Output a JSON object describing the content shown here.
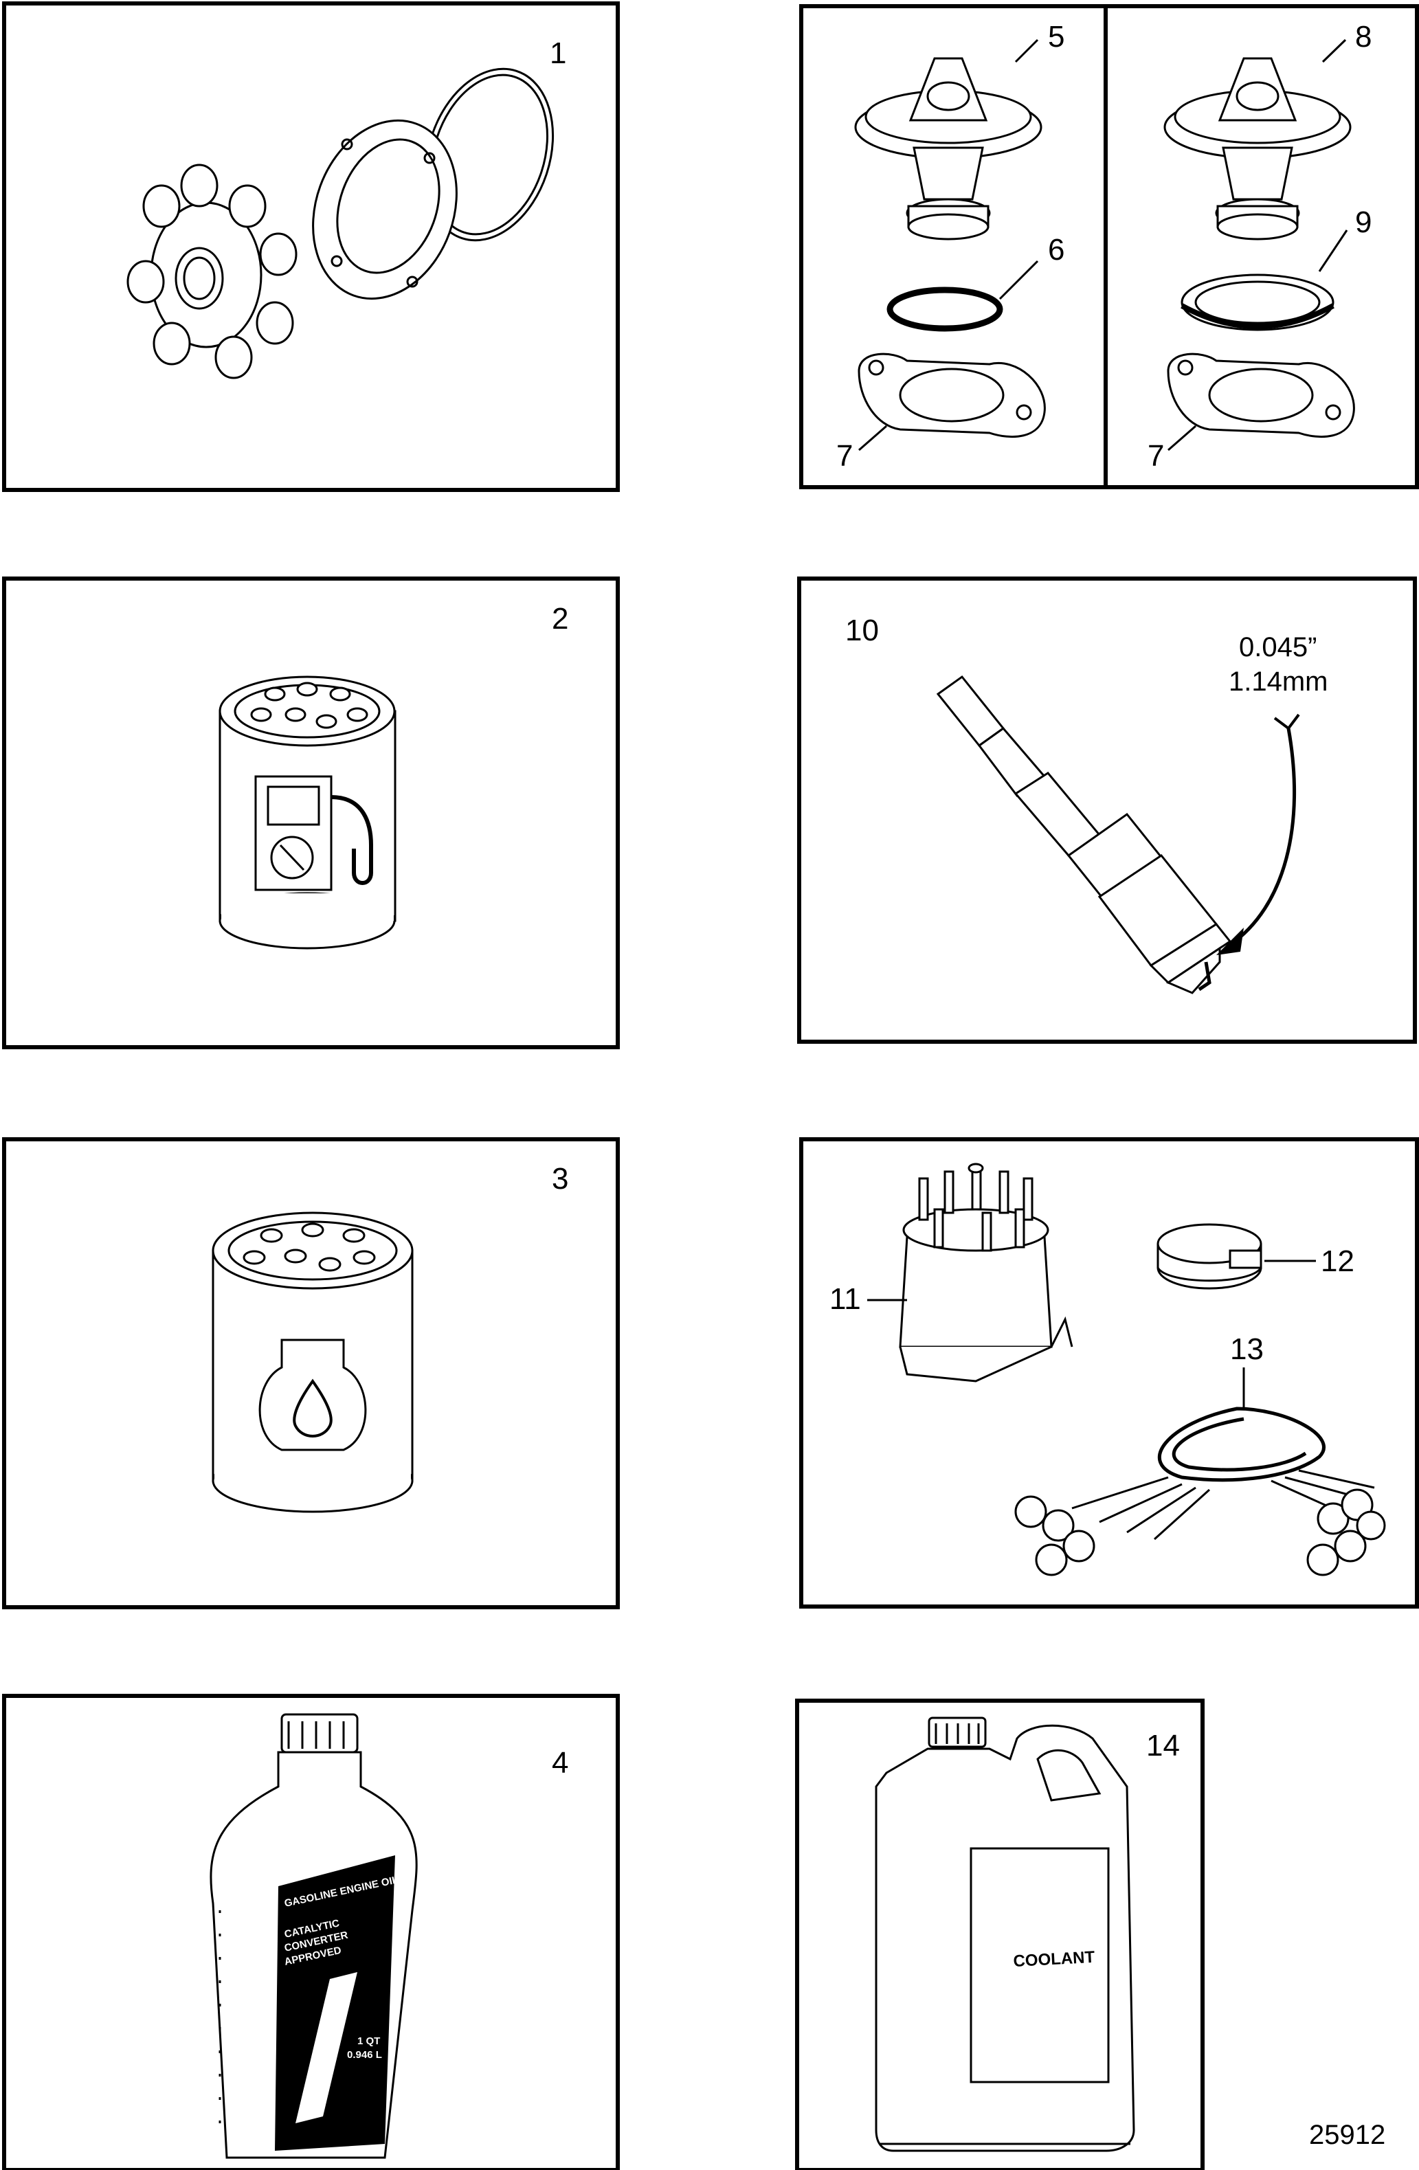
{
  "callouts": {
    "p1": "1",
    "p2": "2",
    "p3": "3",
    "p4": "4",
    "p5": "5",
    "p6": "6",
    "p7a": "7",
    "p7b": "7",
    "p8": "8",
    "p9": "9",
    "p10": "10",
    "p11": "11",
    "p12": "12",
    "p13": "13",
    "p14": "14"
  },
  "spark_plug_gap": {
    "inches": "0.045”",
    "mm": "1.14mm"
  },
  "bottle_labels": {
    "oil_line1": "GASOLINE ENGINE OIL",
    "oil_line2": "CATALYTIC",
    "oil_line3": "CONVERTER",
    "oil_line4": "APPROVED",
    "oil_size1": "1 QT",
    "oil_size2": "0.946 L",
    "coolant": "COOLANT"
  },
  "figure_id": "25912",
  "icons": {
    "impeller": "impeller-kit-icon",
    "fuel_filter": "fuel-pump-icon",
    "oil_filter": "oil-drop-icon",
    "thermostat": "thermostat-icon",
    "spark_plug": "spark-plug-icon",
    "distributor": "distributor-cap-icon",
    "rotor": "rotor-icon",
    "wires": "ignition-wires-icon",
    "oil_bottle": "oil-bottle-icon",
    "coolant_jug": "coolant-jug-icon"
  }
}
